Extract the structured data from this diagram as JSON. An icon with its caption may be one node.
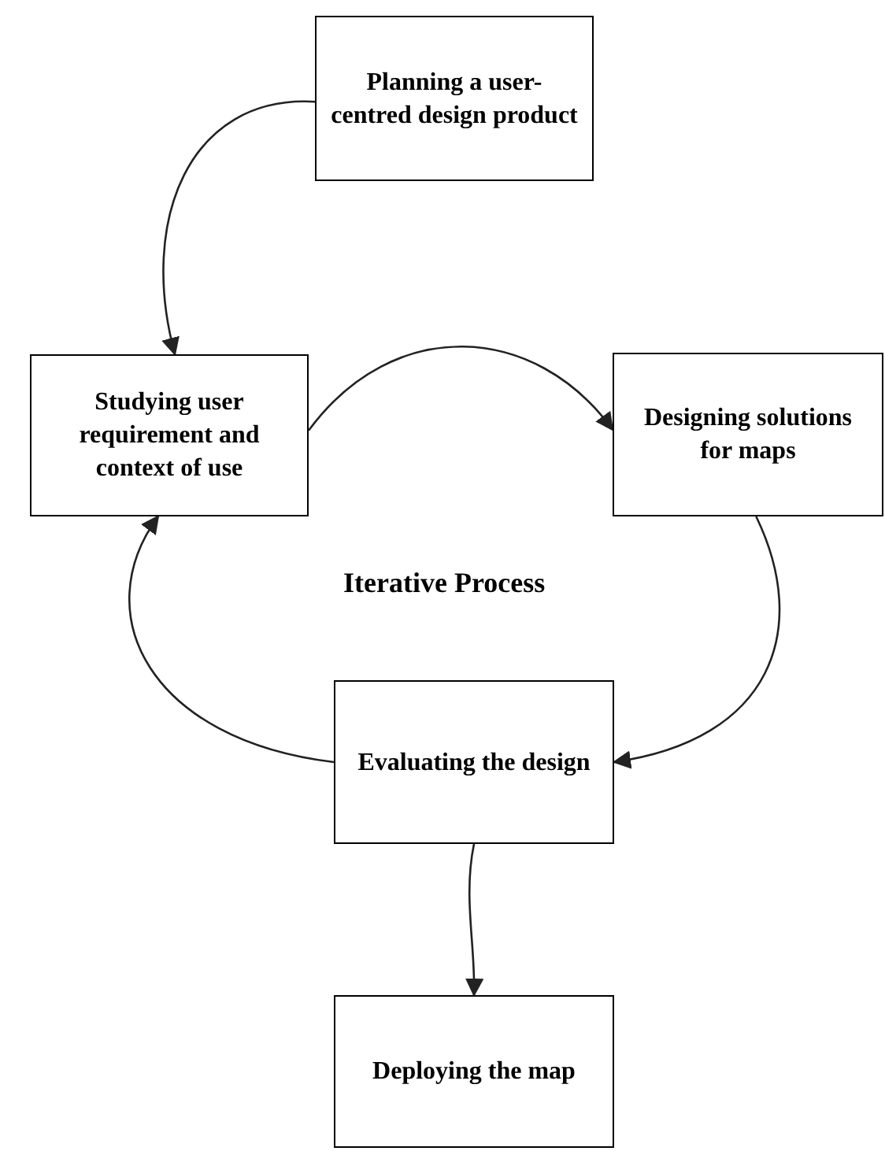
{
  "diagram": {
    "nodes": [
      {
        "text": [
          "Planning a user-centred design product"
        ]
      },
      {
        "text": [
          "Studying user requirement and context of use"
        ]
      },
      {
        "text": [
          "Designing solutions for maps"
        ]
      },
      {
        "text": [
          "Evaluating the design"
        ]
      },
      {
        "text": [
          "Deploying the map"
        ]
      }
    ],
    "edges": [
      {
        "from": 0,
        "to": 1,
        "arrow": "to"
      },
      {
        "from": 1,
        "to": 2,
        "arrow": "to"
      },
      {
        "from": 2,
        "to": 3,
        "arrow": "to"
      },
      {
        "from": 3,
        "to": 1,
        "arrow": "to"
      },
      {
        "from": 3,
        "to": 4,
        "arrow": "to"
      }
    ],
    "labels": [
      "Iterative Process"
    ]
  }
}
